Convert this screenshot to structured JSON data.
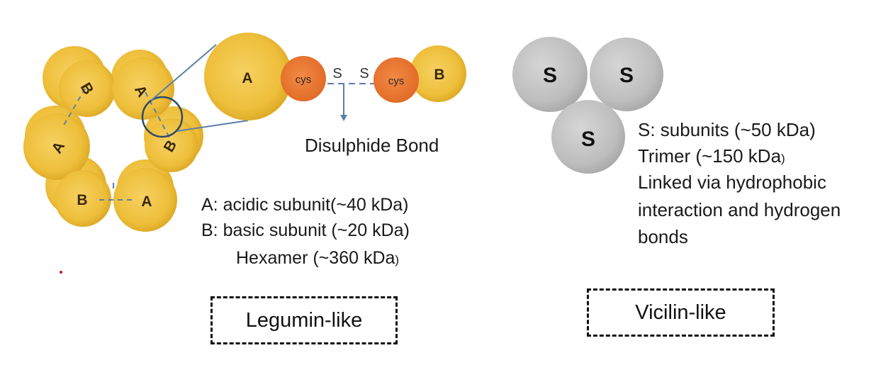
{
  "legumin": {
    "circle_letters": [
      "B",
      "A",
      "A",
      "B",
      "B",
      "A"
    ],
    "zoom": {
      "big_label": "A",
      "cys_left": "cys",
      "s_left": "S",
      "s_right": "S",
      "cys_right": "cys",
      "small_label": "B"
    },
    "bond_label": "Disulphide Bond",
    "legend_a": "A: acidic subunit(~40 kDa)",
    "legend_b": "B: basic subunit (~20 kDa)",
    "hexamer_main": "Hexamer (~360 kDa",
    "hexamer_paren": ")",
    "box_label": "Legumin-like"
  },
  "vicilin": {
    "subunit_letters": [
      "S",
      "S",
      "S"
    ],
    "line1": "S: subunits (~50 kDa)",
    "line2_main": "Trimer (~150 kDa",
    "line2_paren": ")",
    "line3": "Linked via hydrophobic",
    "line4": "interaction and hydrogen",
    "line5": "bonds",
    "box_label": "Vicilin-like"
  },
  "colors": {
    "gold": "#f0c040",
    "gold_dark": "#d9a521",
    "orange": "#ec7a33",
    "grey": "#bdbdbd",
    "blue_line": "#5b7fa8"
  }
}
